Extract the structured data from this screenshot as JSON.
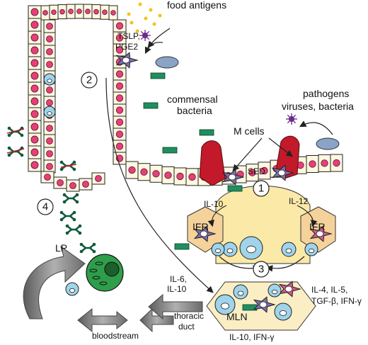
{
  "labels": {
    "food_antigens": "food antigens",
    "tslp": "TSLP,",
    "pge2": "PGE2",
    "commensal_1": "commensal",
    "commensal_2": "bacteria",
    "m_cells": "M cells",
    "pathogens_1": "pathogens",
    "pathogens_2": "viruses, bacteria",
    "sed": "SED",
    "il10_top": "IL-10",
    "il12_top": "IL-12",
    "ifr_left": "IFR",
    "ifr_right": "IFR",
    "lp": "LP",
    "il6": "IL-6,",
    "il10_mid": "IL-10",
    "il4": "IL-4, IL-5,",
    "tgf": "TGF-β, IFN-γ",
    "mln": "MLN",
    "il10_ifng": "IL-10, IFN-γ",
    "thoracic_1": "thoracic",
    "thoracic_2": "duct",
    "bloodstream": "bloodstream"
  },
  "steps": [
    "1",
    "2",
    "3",
    "4"
  ],
  "colors": {
    "villus_fill": "#fff8e0",
    "nucleus": "#e6407a",
    "dc_purple": "#7d6fb0",
    "dc_pink": "#d0588c",
    "bacteria_green": "#1f8f5f",
    "m_cell_red": "#c21a2a",
    "follicle_yellow": "#fbe9a8",
    "ifr_orange": "#f5d29a",
    "b_cell_blue": "#9fd4ea",
    "plasma_green": "#2e9e4a",
    "arrow_gray": "#8a8a8a",
    "antigen_yellow": "#f0c419",
    "antibody_green": "#0f5a3a",
    "virus_purple": "#6a2a8a"
  }
}
